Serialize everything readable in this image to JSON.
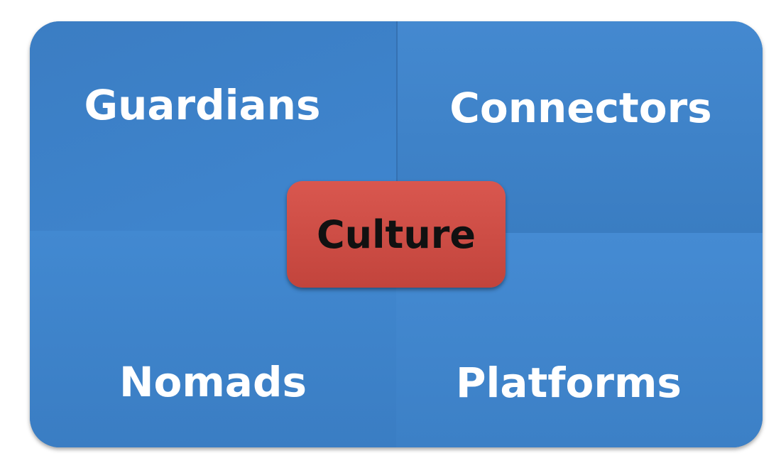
{
  "diagram": {
    "quadrants": [
      {
        "label": "Guardians"
      },
      {
        "label": "Connectors"
      },
      {
        "label": "Nomads"
      },
      {
        "label": "Platforms"
      }
    ],
    "center": {
      "label": "Culture"
    },
    "colors": {
      "quadrant": "#3f82c9",
      "center": "#d04d45",
      "quadrant_text": "#ffffff",
      "center_text": "#111111"
    }
  }
}
